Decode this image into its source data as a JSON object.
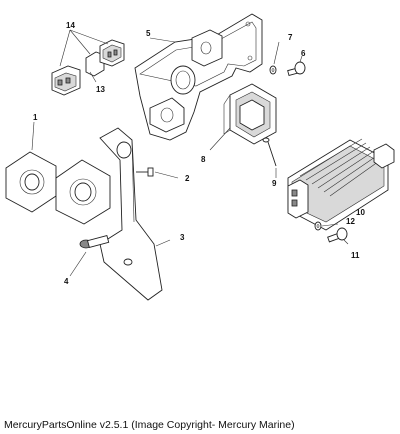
{
  "diagram": {
    "callouts": [
      "1",
      "2",
      "3",
      "4",
      "5",
      "6",
      "7",
      "8",
      "9",
      "10",
      "11",
      "12",
      "13",
      "14"
    ]
  },
  "footer": {
    "text": "MercuryPartsOnline v2.5.1 (Image Copyright- Mercury Marine)"
  }
}
